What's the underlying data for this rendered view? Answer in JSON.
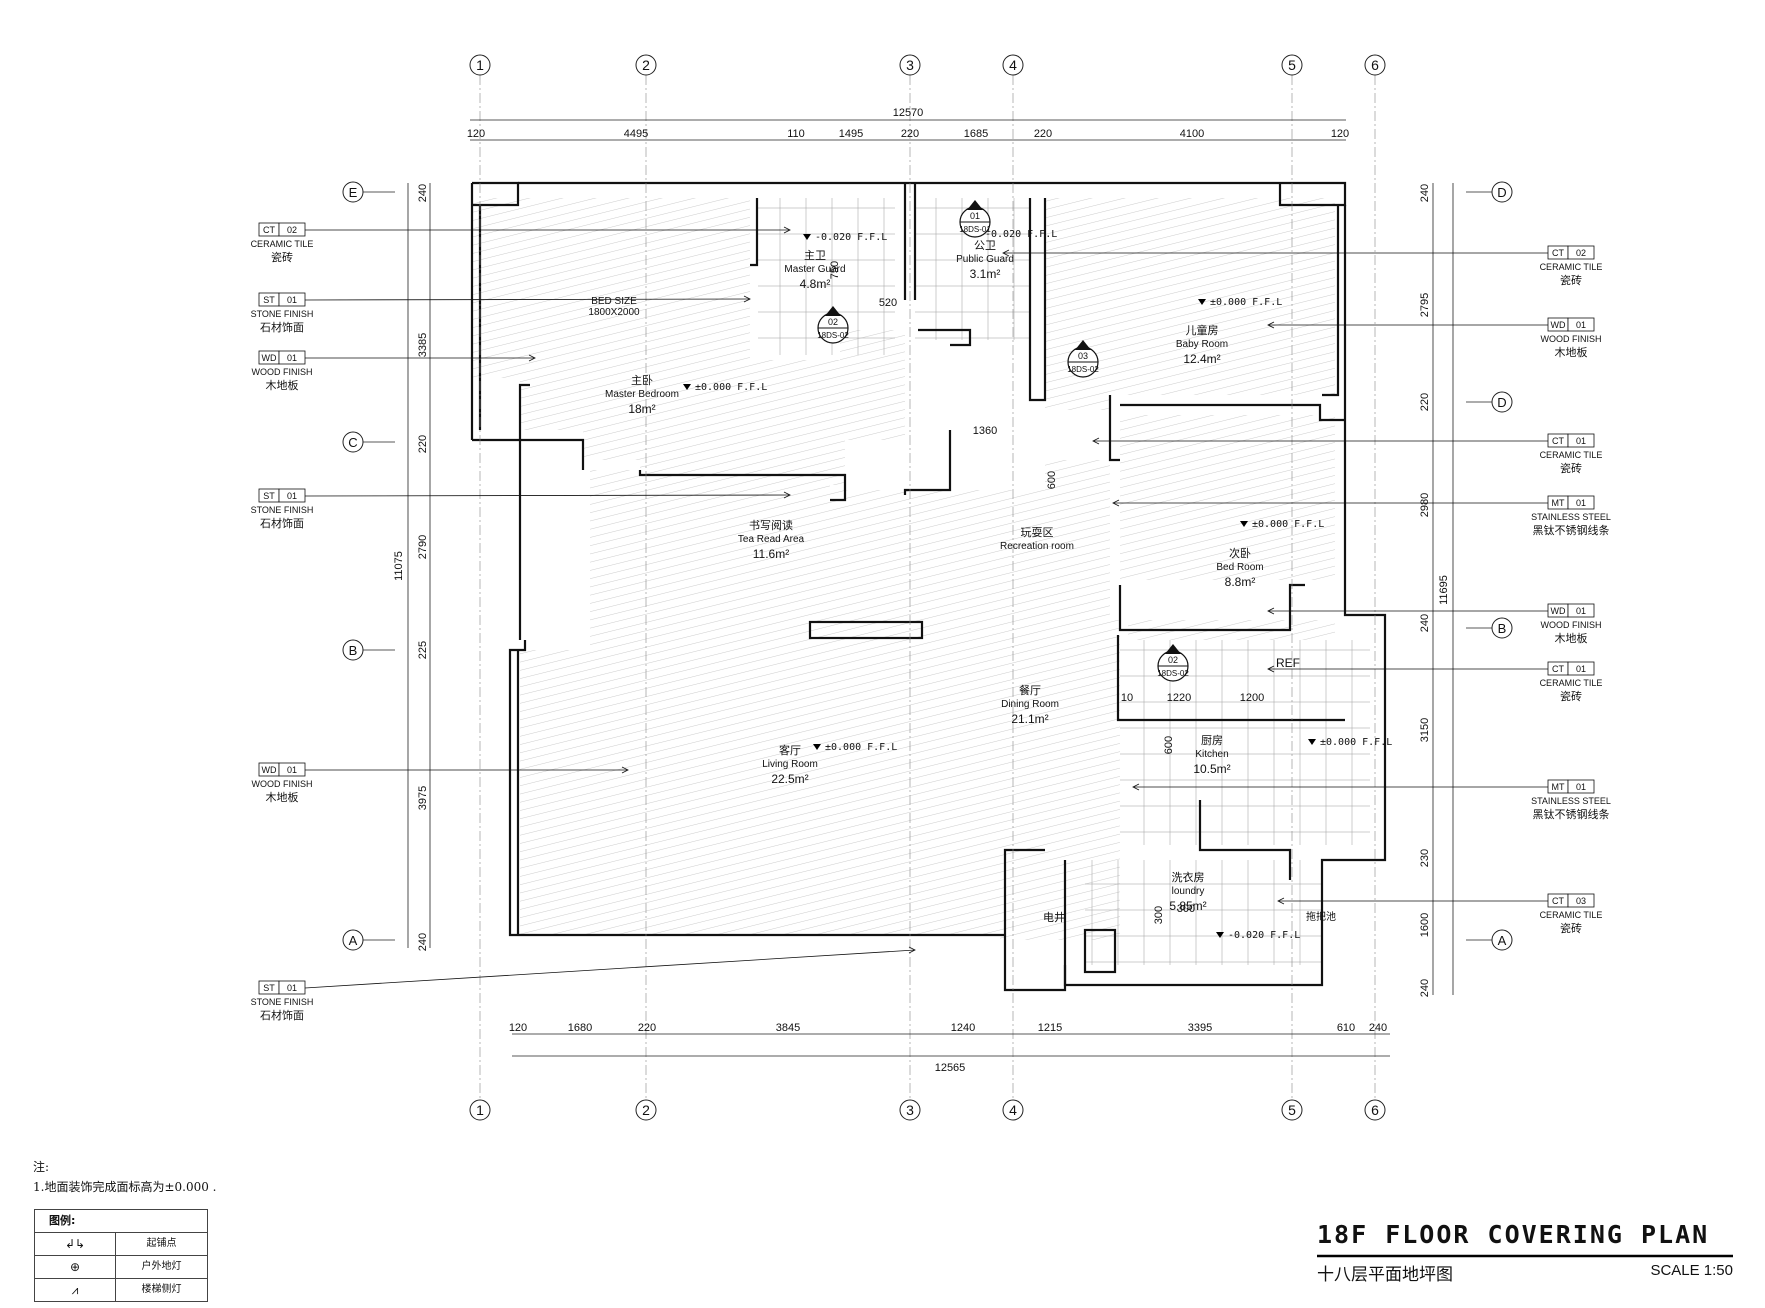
{
  "title": {
    "main": "18F FLOOR COVERING PLAN",
    "sub": "十八层平面地坪图",
    "scale": "SCALE 1:50"
  },
  "notes": {
    "heading": "注:",
    "items": [
      "1.地面装饰完成面标高为±0.000 ."
    ]
  },
  "legend": {
    "heading": "图例:",
    "rows": [
      {
        "icon": "start-point-icon",
        "symbol": "↲↳",
        "label": "起铺点"
      },
      {
        "icon": "floor-light-icon",
        "symbol": "⊕",
        "label": "户外地灯"
      },
      {
        "icon": "stair-light-icon",
        "symbol": "⩘",
        "label": "楼梯侧灯"
      }
    ]
  },
  "grid": {
    "columns": [
      "1",
      "2",
      "3",
      "4",
      "5",
      "6"
    ],
    "rows_left": [
      "E",
      "C",
      "B",
      "A"
    ],
    "rows_right": [
      "D",
      "D",
      "B",
      "A"
    ]
  },
  "dimensions": {
    "top_total": "12570",
    "top": [
      "120",
      "4495",
      "110",
      "1495",
      "220",
      "1685",
      "220",
      "4100",
      "120"
    ],
    "bottom_total": "12565",
    "bottom": [
      "120",
      "1680",
      "220",
      "3845",
      "1240",
      "1215",
      "3395",
      "610",
      "240"
    ],
    "left_total": "11075",
    "left": [
      "240",
      "3385",
      "220",
      "2790",
      "225",
      "3975",
      "240"
    ],
    "right_total": "11695",
    "right": [
      "240",
      "2795",
      "220",
      "2980",
      "240",
      "3150",
      "230",
      "1600",
      "240"
    ],
    "inner": [
      "750",
      "520",
      "1360",
      "600",
      "10",
      "1220",
      "1200",
      "600",
      "300",
      "300"
    ]
  },
  "rooms": [
    {
      "cn": "主卧",
      "en": "Master Bedroom",
      "area": "18m²",
      "level": "±0.000 F.F.L"
    },
    {
      "cn": "主卫",
      "en": "Master Guard",
      "area": "4.8m²",
      "level": "-0.020 F.F.L"
    },
    {
      "cn": "公卫",
      "en": "Public Guard",
      "area": "3.1m²",
      "level": "-0.020 F.F.L"
    },
    {
      "cn": "儿童房",
      "en": "Baby Room",
      "area": "12.4m²",
      "level": "±0.000 F.F.L"
    },
    {
      "cn": "书写阅读",
      "en": "Tea Read Area",
      "area": "11.6m²",
      "level": ""
    },
    {
      "cn": "玩耍区",
      "en": "Recreation room",
      "area": "",
      "level": ""
    },
    {
      "cn": "次卧",
      "en": "Bed Room",
      "area": "8.8m²",
      "level": "±0.000 F.F.L"
    },
    {
      "cn": "餐厅",
      "en": "Dining Room",
      "area": "21.1m²",
      "level": ""
    },
    {
      "cn": "客厅",
      "en": "Living Room",
      "area": "22.5m²",
      "level": "±0.000 F.F.L"
    },
    {
      "cn": "厨房",
      "en": "Kitchen",
      "area": "10.5m²",
      "level": "±0.000 F.F.L"
    },
    {
      "cn": "洗衣房",
      "en": "loundry",
      "area": "5.85m²",
      "level": "-0.020 F.F.L"
    }
  ],
  "misc_labels": {
    "bed_size": "BED SIZE",
    "bed_dim": "1800X2000",
    "ref": "REF",
    "shaft": "电井",
    "mop_pool": "拖把池"
  },
  "section_marks": [
    {
      "num": "01",
      "ref": "18DS-01"
    },
    {
      "num": "02",
      "ref": "18DS-02"
    },
    {
      "num": "03",
      "ref": "18DS-02"
    },
    {
      "num": "02",
      "ref": "18DS-02"
    }
  ],
  "tags_left": [
    {
      "code": "CT",
      "num": "02",
      "en": "CERAMIC TILE",
      "cn": "瓷砖"
    },
    {
      "code": "ST",
      "num": "01",
      "en": "STONE FINISH",
      "cn": "石材饰面"
    },
    {
      "code": "WD",
      "num": "01",
      "en": "WOOD FINISH",
      "cn": "木地板"
    },
    {
      "code": "ST",
      "num": "01",
      "en": "STONE FINISH",
      "cn": "石材饰面"
    },
    {
      "code": "WD",
      "num": "01",
      "en": "WOOD FINISH",
      "cn": "木地板"
    },
    {
      "code": "ST",
      "num": "01",
      "en": "STONE FINISH",
      "cn": "石材饰面"
    }
  ],
  "tags_right": [
    {
      "code": "CT",
      "num": "02",
      "en": "CERAMIC TILE",
      "cn": "瓷砖"
    },
    {
      "code": "WD",
      "num": "01",
      "en": "WOOD FINISH",
      "cn": "木地板"
    },
    {
      "code": "CT",
      "num": "01",
      "en": "CERAMIC TILE",
      "cn": "瓷砖"
    },
    {
      "code": "MT",
      "num": "01",
      "en": "STAINLESS STEEL",
      "cn": "黑钛不锈钢线条"
    },
    {
      "code": "WD",
      "num": "01",
      "en": "WOOD FINISH",
      "cn": "木地板"
    },
    {
      "code": "CT",
      "num": "01",
      "en": "CERAMIC TILE",
      "cn": "瓷砖"
    },
    {
      "code": "MT",
      "num": "01",
      "en": "STAINLESS STEEL",
      "cn": "黑钛不锈钢线条"
    },
    {
      "code": "CT",
      "num": "03",
      "en": "CERAMIC TILE",
      "cn": "瓷砖"
    }
  ]
}
